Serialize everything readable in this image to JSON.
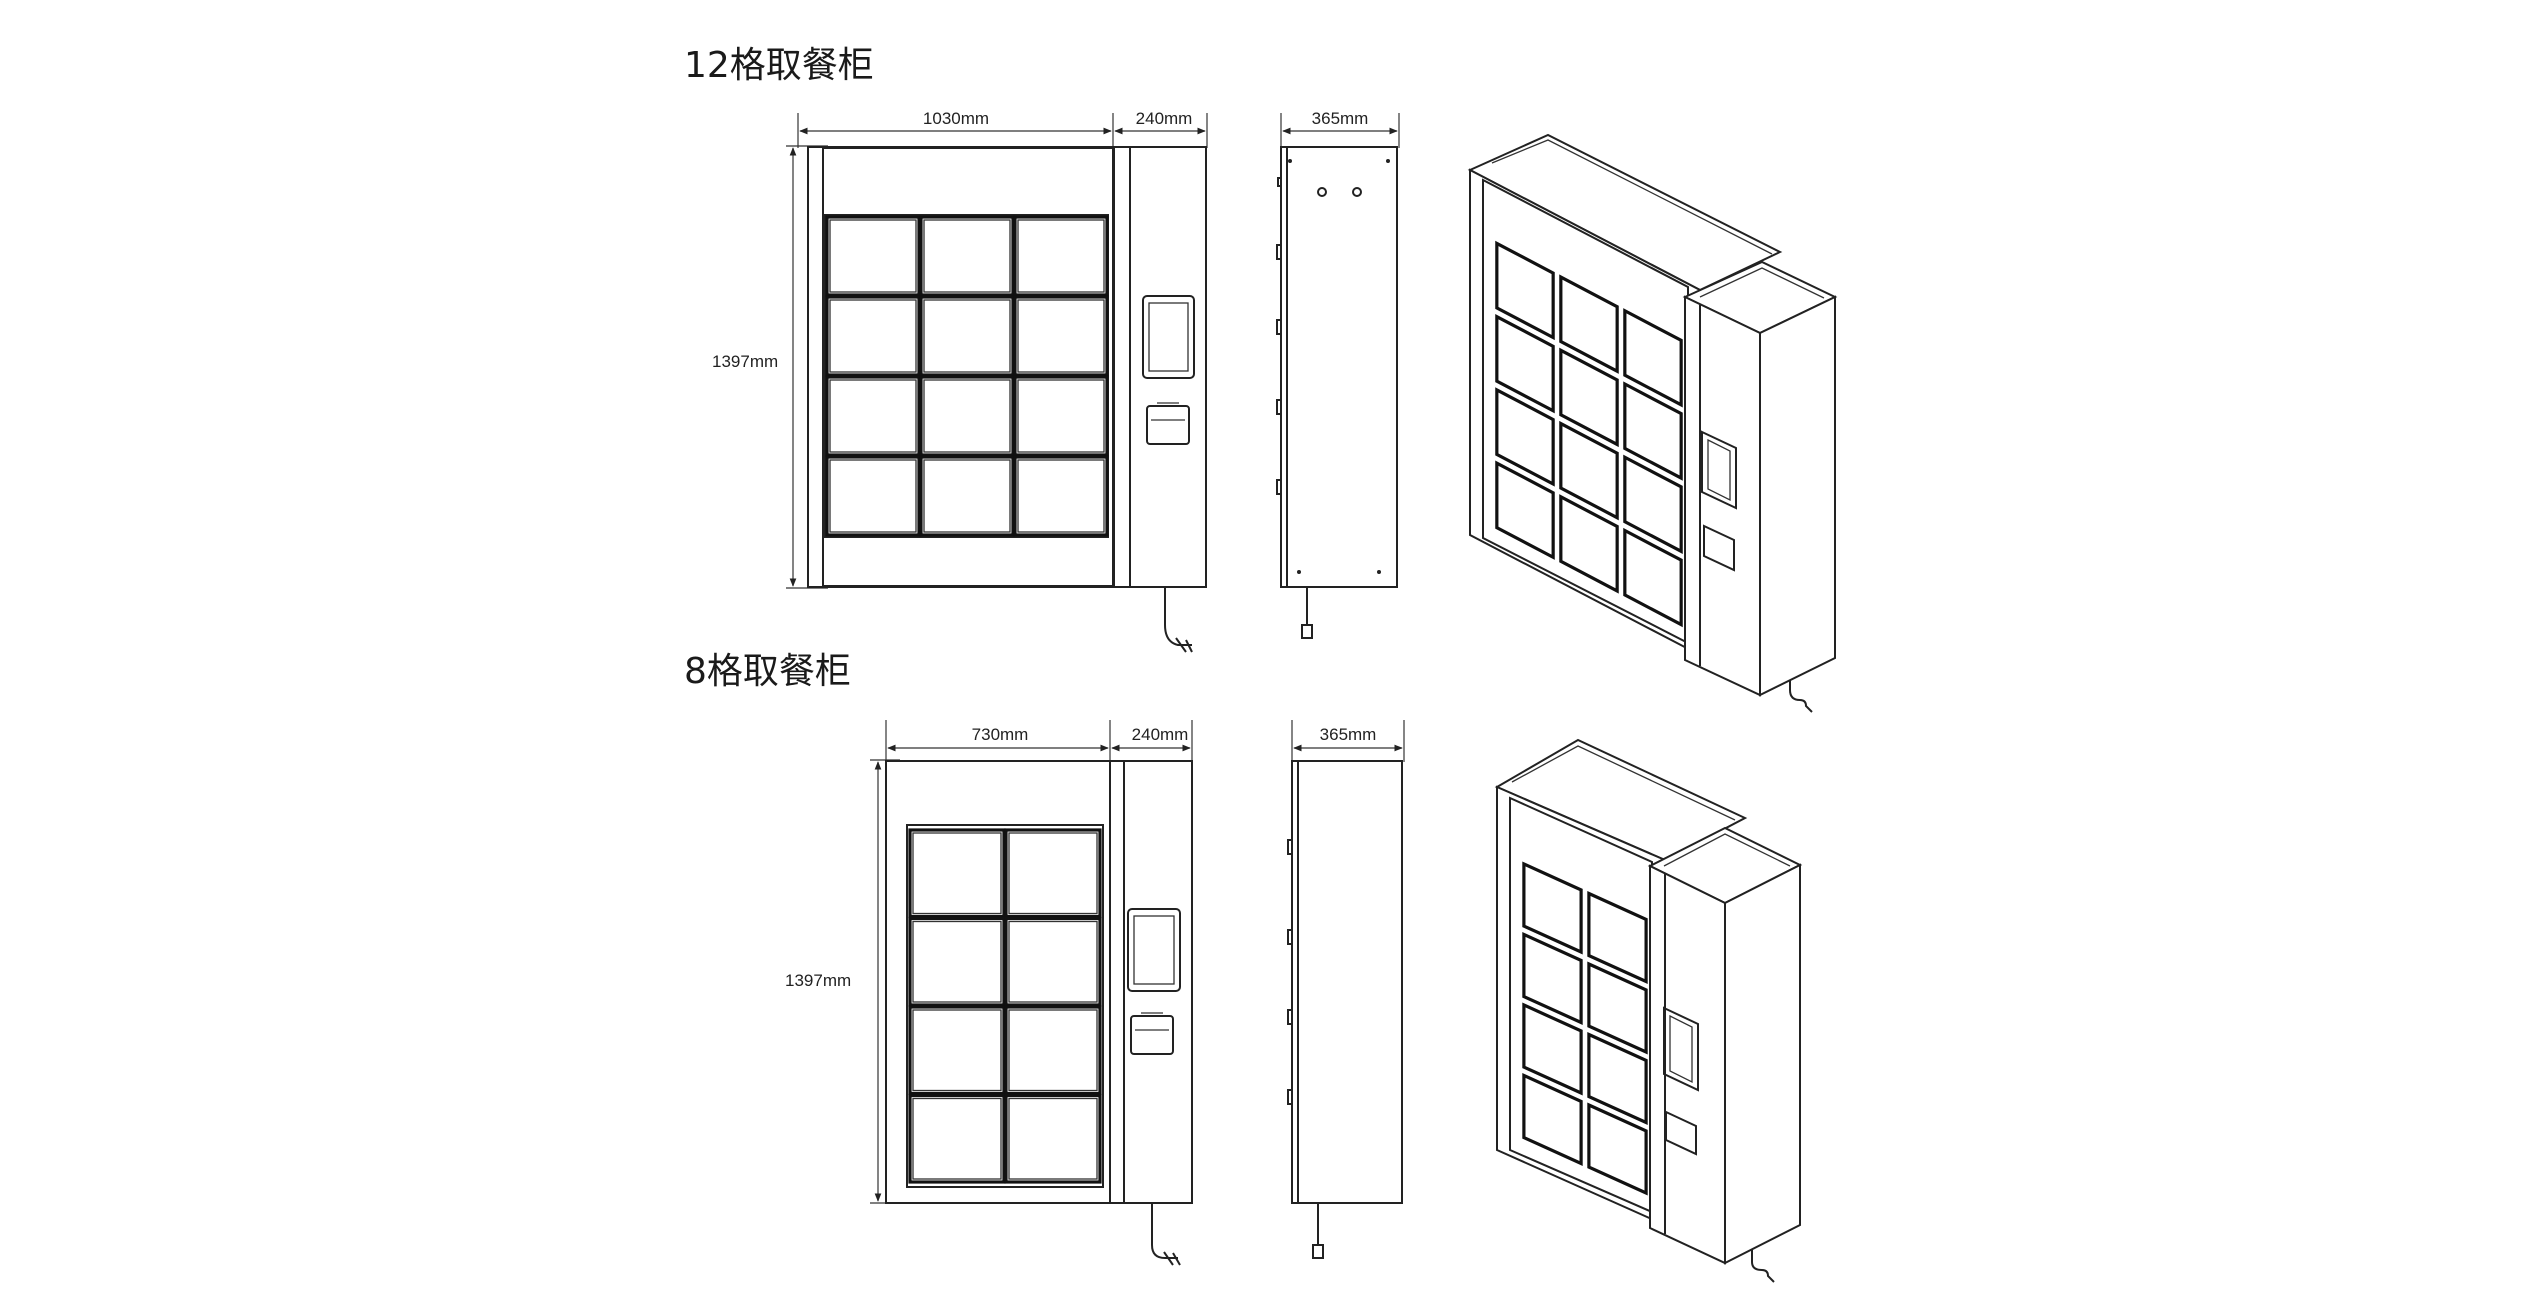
{
  "drawings": [
    {
      "title": "12格取餐柜",
      "width_label": "1030mm",
      "side_width_label": "240mm",
      "depth_label": "365mm",
      "height_label": "1397mm",
      "grid_cols": 3,
      "grid_rows": 4
    },
    {
      "title": "8格取餐柜",
      "width_label": "730mm",
      "side_width_label": "240mm",
      "depth_label": "365mm",
      "height_label": "1397mm",
      "grid_cols": 2,
      "grid_rows": 4
    }
  ]
}
